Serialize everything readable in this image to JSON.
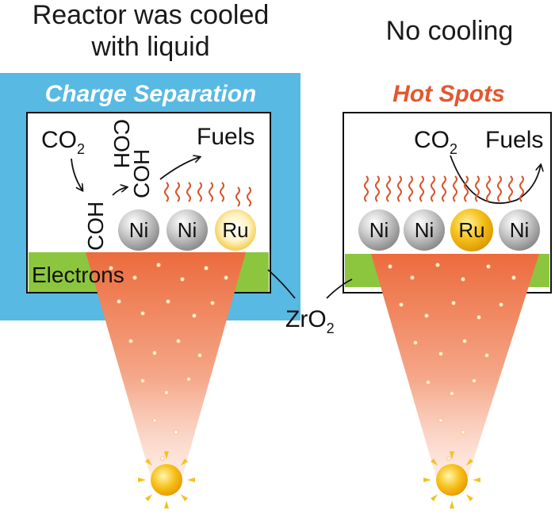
{
  "left_panel": {
    "heading_line1": "Reactor was cooled",
    "heading_line2": "with liquid",
    "banner": "Charge Separation",
    "reactant": "CO",
    "reactant_sub": "2",
    "intermediate_vertical_1": "COH",
    "intermediate_vertical_2": "COH",
    "intermediate_diag": "COH",
    "product": "Fuels",
    "support_label": "Electrons",
    "atoms": [
      "Ni",
      "Ni",
      "Ru"
    ]
  },
  "right_panel": {
    "heading": "No cooling",
    "banner": "Hot Spots",
    "reactant": "CO",
    "reactant_sub": "2",
    "product": "Fuels",
    "atoms": [
      "Ni",
      "Ni",
      "Ru",
      "Ni"
    ]
  },
  "shared": {
    "support_material": "ZrO",
    "support_material_sub": "2"
  },
  "colors": {
    "cooling_bath": "#58b9e2",
    "support_green": "#8cc63f",
    "hot_spots": "#e4572e",
    "banner_left": "#ffffff",
    "ni_atom": "#bdbdbd",
    "ru_atom": "#f5c518",
    "wave": "#d9552b",
    "light_beam": "#f08a5d"
  },
  "icons": [
    "sun-icon",
    "sun-icon"
  ]
}
